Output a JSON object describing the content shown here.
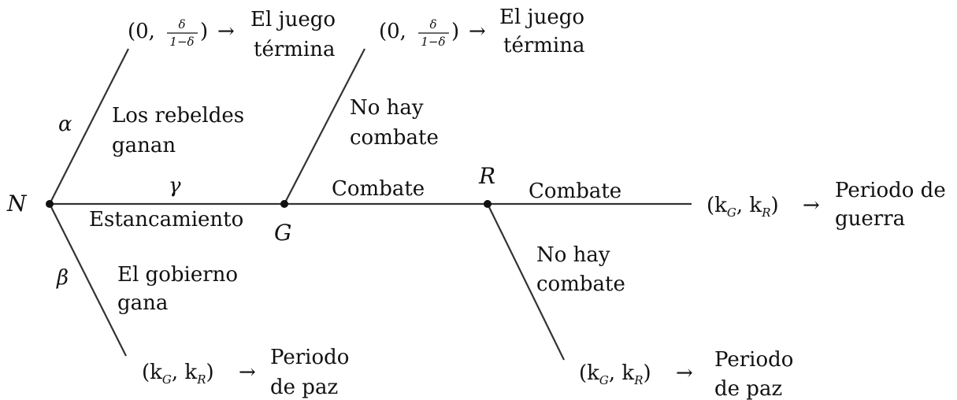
{
  "nodes": {
    "N": "N",
    "G": "G",
    "R": "R"
  },
  "probabilities": {
    "alpha": "α",
    "beta": "β",
    "gamma": "γ"
  },
  "branches": {
    "rebels_win": [
      "Los rebeldes",
      "ganan"
    ],
    "government_wins": [
      "El gobierno",
      "gana"
    ],
    "stalemate": "Estancamiento",
    "g_no_fight": [
      "No hay",
      "combate"
    ],
    "g_fight": "Combate",
    "r_fight": "Combate",
    "r_no_fight": [
      "No hay",
      "combate"
    ]
  },
  "payoffs": {
    "zero_delta": {
      "open": "(0,",
      "num": "δ",
      "den": "1−δ",
      "close": ")",
      "arrow": "→"
    },
    "kgkr": {
      "open": "(k",
      "sub1": "G",
      "mid": ", k",
      "sub2": "R",
      "close": ")",
      "arrow": "→"
    }
  },
  "outcomes": {
    "game_ends": [
      "El juego",
      "términa"
    ],
    "peace": [
      "Periodo",
      "de paz"
    ],
    "war": [
      "Periodo de",
      "guerra"
    ]
  }
}
